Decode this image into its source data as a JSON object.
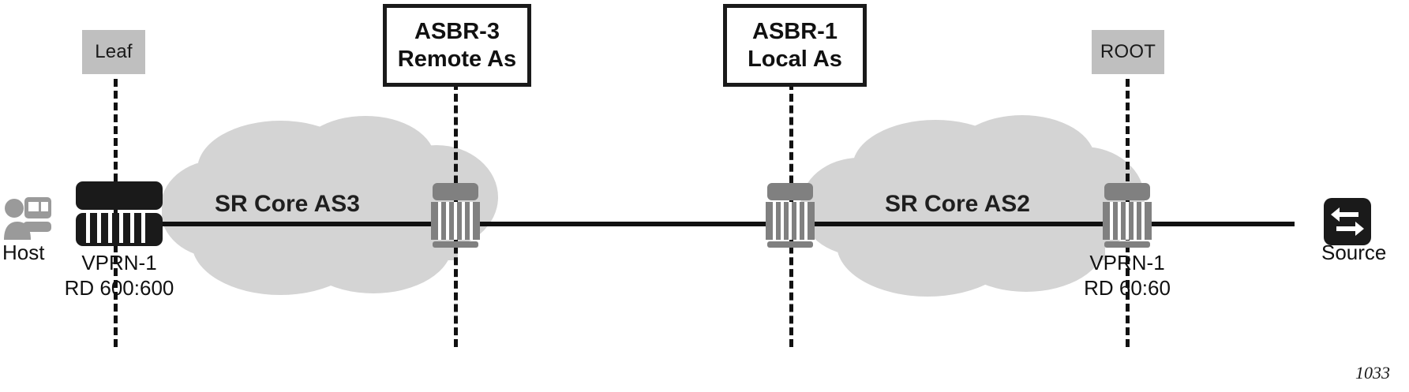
{
  "figure": {
    "number": "1033",
    "background_color": "#ffffff",
    "link_color": "#111111",
    "cloud_color": "#d4d4d4",
    "tag_color": "#bfbfbf",
    "device_gray": "#808080",
    "device_black": "#1a1a1a"
  },
  "tags": {
    "leaf": "Leaf",
    "root": "ROOT"
  },
  "asbr_boxes": [
    {
      "id": "asbr-3",
      "line1": "ASBR-3",
      "line2": "Remote As"
    },
    {
      "id": "asbr-1",
      "line1": "ASBR-1",
      "line2": "Local As"
    }
  ],
  "clouds": [
    {
      "id": "as3",
      "label": "SR Core AS3"
    },
    {
      "id": "as2",
      "label": "SR Core AS2"
    }
  ],
  "endpoints": {
    "host": {
      "label": "Host",
      "icon": "host-user-monitor-icon"
    },
    "source": {
      "label": "Source",
      "icon": "source-arrows-icon"
    }
  },
  "vprn": [
    {
      "id": "vprn-left",
      "name": "VPRN-1",
      "rd": "RD 600:600",
      "device_style": "black"
    },
    {
      "id": "vprn-right",
      "name": "VPRN-1",
      "rd": "RD 60:60",
      "device_style": "gray"
    }
  ],
  "routers": [
    {
      "id": "router-vprn-left",
      "style": "black"
    },
    {
      "id": "router-asbr-3",
      "style": "gray"
    },
    {
      "id": "router-asbr-1",
      "style": "gray"
    },
    {
      "id": "router-vprn-right",
      "style": "gray"
    }
  ]
}
